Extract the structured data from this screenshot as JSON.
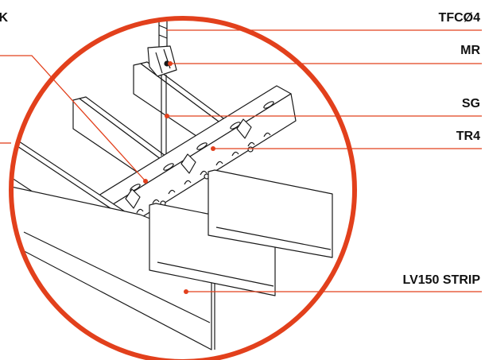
{
  "labels": {
    "hook": "OK",
    "tfc": "TFCØ4",
    "mr": "MR",
    "sg": "SG",
    "tr4": "TR4",
    "lv": "LV150 STRIP"
  },
  "colors": {
    "accent": "#e2401c",
    "line": "#1a1a1a",
    "text": "#111111"
  }
}
